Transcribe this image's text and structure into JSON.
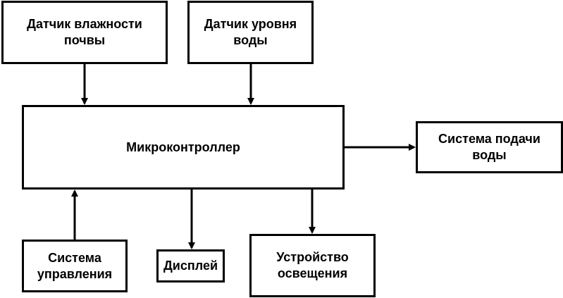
{
  "diagram": {
    "nodes": {
      "soil_sensor": {
        "label": "Датчик влажности\nпочвы"
      },
      "water_level_sensor": {
        "label": "Датчик уровня\nводы"
      },
      "microcontroller": {
        "label": "Микроконтроллер"
      },
      "water_supply": {
        "label": "Система подачи\nводы"
      },
      "control_system": {
        "label": "Система\nуправления"
      },
      "display": {
        "label": "Дисплей"
      },
      "lighting": {
        "label": "Устройство\nосвещения"
      }
    },
    "edges": [
      {
        "from": "Датчик влажности почвы",
        "to": "Микроконтроллер"
      },
      {
        "from": "Датчик уровня воды",
        "to": "Микроконтроллер"
      },
      {
        "from": "Микроконтроллер",
        "to": "Система подачи воды"
      },
      {
        "from": "Система управления",
        "to": "Микроконтроллер"
      },
      {
        "from": "Микроконтроллер",
        "to": "Дисплей"
      },
      {
        "from": "Микроконтроллер",
        "to": "Устройство освещения"
      }
    ],
    "colors": {
      "stroke": "#000000",
      "fill": "#ffffff",
      "text": "#000000"
    }
  }
}
